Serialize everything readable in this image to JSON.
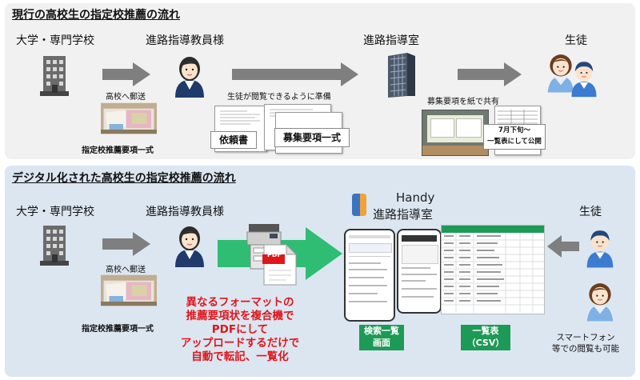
{
  "current_flow": {
    "title": "現行の高校生の指定校推薦の流れ",
    "nodes": {
      "university": "大学・専門学校",
      "teacher": "進路指導教員様",
      "office": "進路指導室",
      "student": "生徒"
    },
    "mail_label": "高校へ郵送",
    "packet_caption": "指定校推薦要項一式",
    "prepare_label": "生徒が閲覧できるように準備",
    "doc_request": "依頼書",
    "doc_list": "募集要項一式",
    "share_label": "募集要項を紙で共有",
    "publish_note_line1": "7月下旬～",
    "publish_note_line2": "一覧表にして公開"
  },
  "digital_flow": {
    "title": "デジタル化された高校生の指定校推薦の流れ",
    "nodes": {
      "university": "大学・専門学校",
      "teacher": "進路指導教員様",
      "student": "生徒"
    },
    "mail_label": "高校へ郵送",
    "packet_caption": "指定校推薦要項一式",
    "pdf_label": "PDF",
    "app_name_line1": "Handy",
    "app_name_line2": "進路指導室",
    "description": [
      "異なるフォーマットの",
      "推薦要項状を複合機で",
      "PDFにして",
      "アップロードするだけで",
      "自動で転記、一覧化"
    ],
    "search_label_line1": "検索一覧",
    "search_label_line2": "画面",
    "table_label_line1": "一覧表",
    "table_label_line2": "（CSV）",
    "student_note_line1": "スマートフォン",
    "student_note_line2": "等での閲覧も可能"
  },
  "colors": {
    "top_panel": "#f1f1f1",
    "bottom_panel": "#dbe6f1",
    "arrow_gray": "#7f7f7f",
    "arrow_green": "#2ebd73",
    "label_green": "#1d9a56",
    "accent_red": "#e0161b",
    "logo_blue": "#3a74c0",
    "logo_orange": "#f0a23b"
  }
}
